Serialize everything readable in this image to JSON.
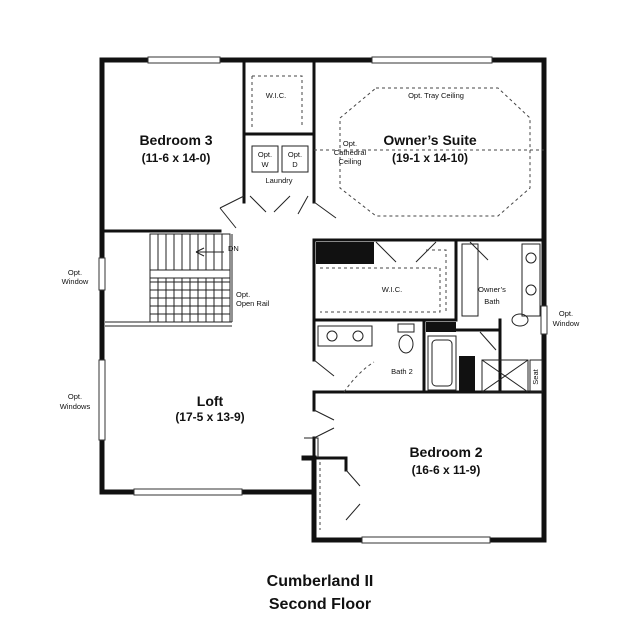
{
  "title": {
    "line1": "Cumberland II",
    "line2": "Second Floor"
  },
  "rooms": {
    "bedroom3": {
      "name": "Bedroom 3",
      "dim": "(11-6 x 14-0)"
    },
    "owners_suite": {
      "name": "Owner’s Suite",
      "dim": "(19-1 x 14-10)"
    },
    "loft": {
      "name": "Loft",
      "dim": "(17-5 x 13-9)"
    },
    "bedroom2": {
      "name": "Bedroom 2",
      "dim": "(16-6 x 11-9)"
    },
    "wic_top": {
      "name": "W.I.C."
    },
    "wic_owner": {
      "name": "W.I.C."
    },
    "laundry": {
      "name": "Laundry"
    },
    "owners_bath": {
      "line1": "Owner’s",
      "line2": "Bath"
    },
    "bath2": {
      "name": "Bath 2"
    }
  },
  "notes": {
    "opt_w": {
      "line1": "Opt.",
      "line2": "W"
    },
    "opt_d": {
      "line1": "Opt.",
      "line2": "D"
    },
    "tray": "Opt. Tray Ceiling",
    "cathedral": {
      "line1": "Opt.",
      "line2": "Cathedral",
      "line3": "Ceiling"
    },
    "dn": "DN",
    "open_rail": {
      "line1": "Opt.",
      "line2": "Open Rail"
    },
    "window_left": {
      "line1": "Opt.",
      "line2": "Window"
    },
    "windows_left": {
      "line1": "Opt.",
      "line2": "Windows"
    },
    "window_right": {
      "line1": "Opt.",
      "line2": "Window"
    },
    "seat": "Seat"
  }
}
